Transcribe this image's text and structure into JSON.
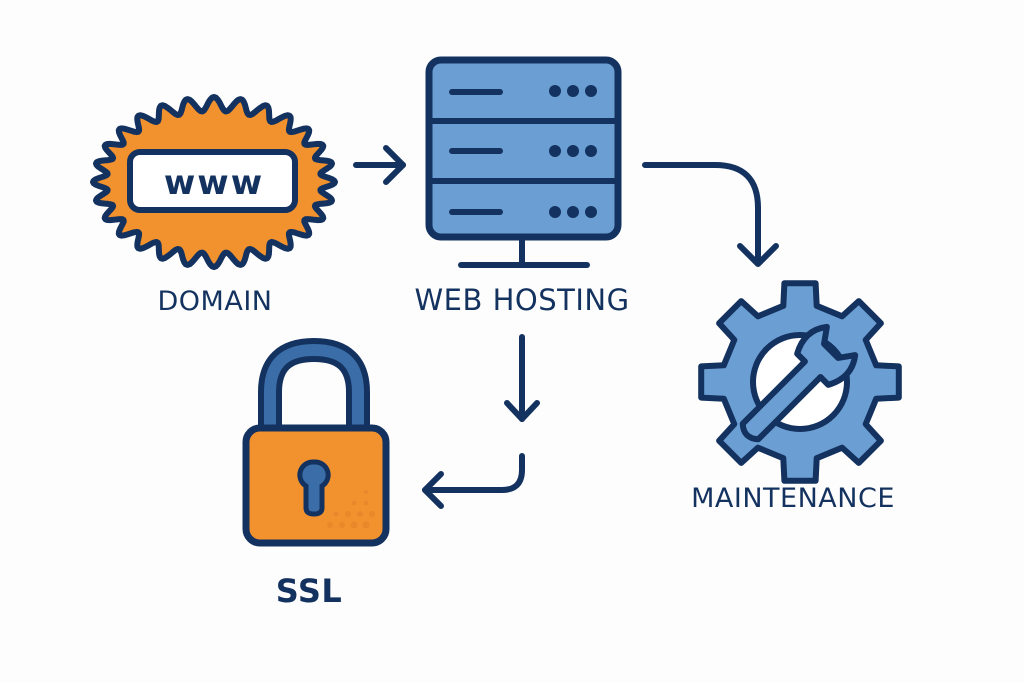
{
  "diagram": {
    "colors": {
      "outline": "#14325f",
      "orange": "#f2922e",
      "blue": "#6b9fd4",
      "lock_shackle": "#3b6ea8",
      "background": "#fdfdfd"
    },
    "nodes": [
      {
        "id": "domain",
        "label": "DOMAIN",
        "icon": "www-badge-icon",
        "icon_text": "www"
      },
      {
        "id": "hosting",
        "label": "WEB HOSTING",
        "icon": "server-icon"
      },
      {
        "id": "maintenance",
        "label": "MAINTENANCE",
        "icon": "gear-wrench-icon"
      },
      {
        "id": "ssl",
        "label": "SSL",
        "icon": "padlock-icon"
      }
    ],
    "edges": [
      {
        "from": "domain",
        "to": "hosting"
      },
      {
        "from": "hosting",
        "to": "maintenance"
      },
      {
        "from": "hosting",
        "to": "ssl"
      }
    ]
  }
}
